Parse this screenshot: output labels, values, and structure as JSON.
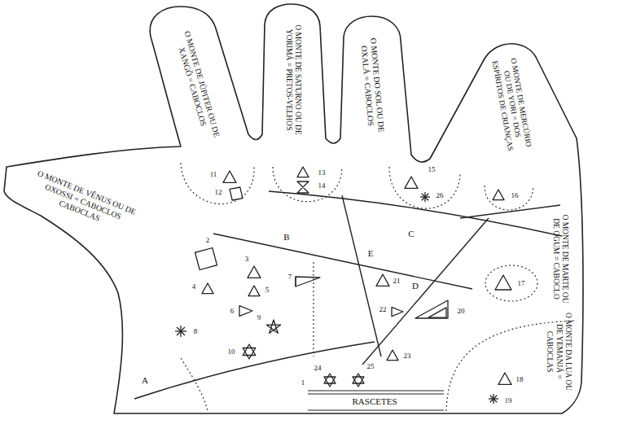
{
  "diagram": {
    "labels": [
      "O MONTE DE JÚPITER OU DE XANGÔ = CABOCLOS",
      "O MONTE DE SATURNO OU DE YORIMÁ = PRETOS-VELHOS",
      "O MONTE DO SOL OU DE OXALÁ = CABOCLOS",
      "O MONTE DE MERCÚRIO OU DE YORI = DOS ESPÍRITOS DE CRIANÇAS",
      "O MONTE DE VÊNUS OU DE OXOSSI = CABOCLOS CABOCLAS",
      "O MONTE DE MARTE OU DE OGUM = CABOCLO",
      "O MONTE DA LUA OU DE YEMANJÁ = CABOCLAS",
      "RASCETES",
      "A",
      "B",
      "C",
      "D",
      "E",
      "1",
      "2",
      "3",
      "4",
      "5",
      "6",
      "7",
      "8",
      "9",
      "10",
      "11",
      "12",
      "13",
      "14",
      "15",
      "16",
      "17",
      "18",
      "19",
      "20",
      "21",
      "22",
      "23",
      "24",
      "25",
      "26"
    ]
  }
}
